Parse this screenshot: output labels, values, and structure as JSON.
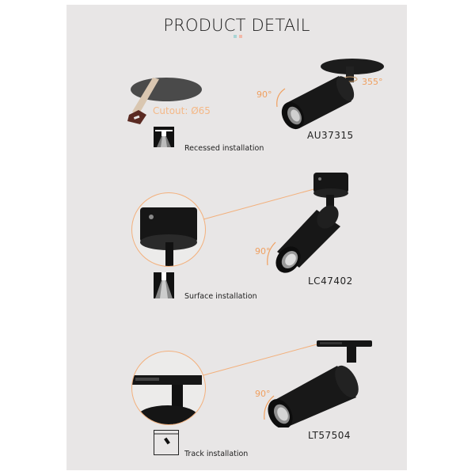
{
  "header": {
    "title": "PRODUCT DETAIL",
    "accent_dots": [
      "#a8d4d4",
      "#f2b8a8"
    ]
  },
  "colors": {
    "panel_bg": "#e8e6e6",
    "accent_orange": "#f0a060",
    "product_black": "#141414"
  },
  "products": [
    {
      "model": "AU37315",
      "installation": "Recessed installation",
      "icon": "recessed-installation-icon",
      "rotation_tilt": "90°",
      "rotation_pan": "355°",
      "cutout_label": "Cutout: Ø65"
    },
    {
      "model": "LC47402",
      "installation": "Surface installation",
      "icon": "surface-installation-icon",
      "rotation_tilt": "90°"
    },
    {
      "model": "LT57504",
      "installation": "Track installation",
      "icon": "track-installation-icon",
      "rotation_tilt": "90°"
    }
  ]
}
